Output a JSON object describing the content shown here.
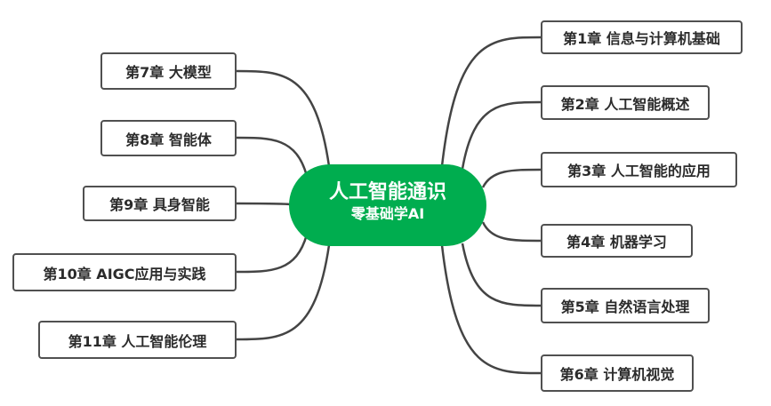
{
  "center": {
    "title": "人工智能通识",
    "subtitle": "零基础学AI"
  },
  "right_nodes": [
    {
      "label": "第1章 信息与计算机基础"
    },
    {
      "label": "第2章 人工智能概述"
    },
    {
      "label": "第3章 人工智能的应用"
    },
    {
      "label": "第4章 机器学习"
    },
    {
      "label": "第5章 自然语言处理"
    },
    {
      "label": "第6章 计算机视觉"
    }
  ],
  "left_nodes": [
    {
      "label": "第7章 大模型"
    },
    {
      "label": "第8章 智能体"
    },
    {
      "label": "第9章 具身智能"
    },
    {
      "label": "第10章 AIGC应用与实践"
    },
    {
      "label": "第11章 人工智能伦理"
    }
  ],
  "colors": {
    "center": "#00ad4f",
    "line": "#444444",
    "border": "#505050"
  }
}
